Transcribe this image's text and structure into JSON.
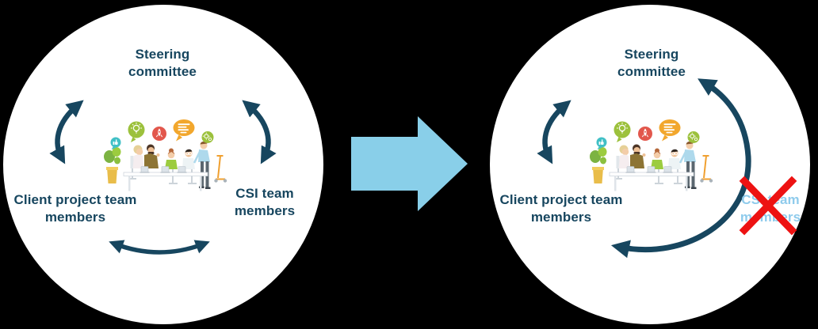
{
  "colors": {
    "canvas_bg": "#000000",
    "circle_bg": "#ffffff",
    "text_navy": "#17465f",
    "arrow_navy": "#17465f",
    "transition_blue": "#89cfe9",
    "crossed_label_blue": "#8fcbec",
    "cross_red": "#ed1212"
  },
  "left_diagram": {
    "shape": "circle",
    "top_label": "Steering committee",
    "bottom_left_label": "Client project team members",
    "right_label": "CSI team members",
    "arrows": [
      "steering-committee <-> client-project-team (two-way)",
      "steering-committee <-> csi-team (two-way)",
      "client-project-team <-> csi-team (two-way)"
    ]
  },
  "right_diagram": {
    "shape": "circle",
    "top_label": "Steering committee",
    "bottom_left_label": "Client project team members",
    "right_label": "CSI team members",
    "right_label_crossed_out": true,
    "arrows": [
      "steering-committee <-> client-project-team (two-way)",
      "client-project-team <-> steering-committee (large two-way arc bypassing crossed-out CSI team)"
    ]
  },
  "transition_arrow": {
    "shape": "block-arrow",
    "direction": "right"
  },
  "illustration": {
    "name": "team-collaboration-clipart",
    "bubble_icons": [
      "thumbs-up-icon",
      "lightbulb-icon",
      "rocket-icon",
      "chat-text-icon",
      "gears-icon"
    ],
    "scene": "five people working together at a table with laptops, plant and scooter"
  }
}
